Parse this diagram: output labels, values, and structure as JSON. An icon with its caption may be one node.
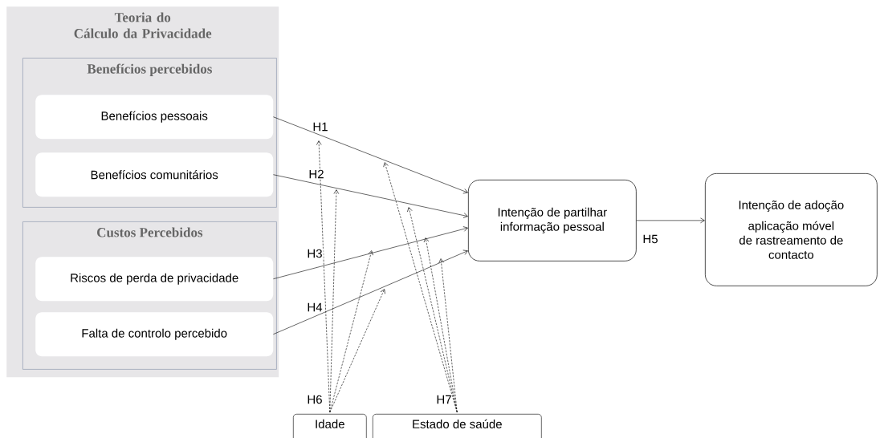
{
  "diagram": {
    "nodes": [
      {
        "text": [
          "Teoria do Cálculo da Privacidade"
        ]
      },
      {
        "text": [
          "Benefícios percebidos"
        ],
        "in": 0
      },
      {
        "text": [
          "Benefícios pessoais"
        ],
        "in": 1
      },
      {
        "text": [
          "Benefícios comunitários"
        ],
        "in": 1
      },
      {
        "text": [
          "Custos Percebidos"
        ],
        "in": 0
      },
      {
        "text": [
          "Riscos de perda de privacidade"
        ],
        "in": 4
      },
      {
        "text": [
          "Falta de controlo percebido"
        ],
        "in": 4
      },
      {
        "text": [
          "Intenção de partilhar informação pessoal"
        ]
      },
      {
        "text": [
          "Intenção de adoção",
          "aplicação móvel de rastreamento de contacto"
        ]
      },
      {
        "text": [
          "Idade"
        ]
      },
      {
        "text": [
          "Estado de saúde"
        ]
      }
    ],
    "edges": [
      {
        "from": 2,
        "to": 7,
        "arrow": "to",
        "label": "H1"
      },
      {
        "from": 3,
        "to": 7,
        "arrow": "to",
        "label": "H2"
      },
      {
        "from": 5,
        "to": 7,
        "arrow": "to",
        "label": "H3"
      },
      {
        "from": 6,
        "to": 7,
        "arrow": "to",
        "label": "H4"
      },
      {
        "from": 7,
        "to": 8,
        "arrow": "to",
        "label": "H5"
      },
      {
        "from": 9,
        "to": null,
        "arrow": "to",
        "style": "dashed"
      },
      {
        "from": 9,
        "to": null,
        "arrow": "to",
        "style": "dashed"
      },
      {
        "from": 9,
        "to": null,
        "arrow": "to",
        "style": "dashed"
      },
      {
        "from": 9,
        "to": null,
        "arrow": "to",
        "style": "dashed"
      },
      {
        "from": 10,
        "to": null,
        "arrow": "to",
        "style": "dashed"
      },
      {
        "from": 10,
        "to": null,
        "arrow": "to",
        "style": "dashed"
      },
      {
        "from": 10,
        "to": null,
        "arrow": "to",
        "style": "dashed"
      },
      {
        "from": 10,
        "to": null,
        "arrow": "to",
        "style": "dashed"
      }
    ],
    "labels": [
      "H6",
      "H7"
    ]
  }
}
